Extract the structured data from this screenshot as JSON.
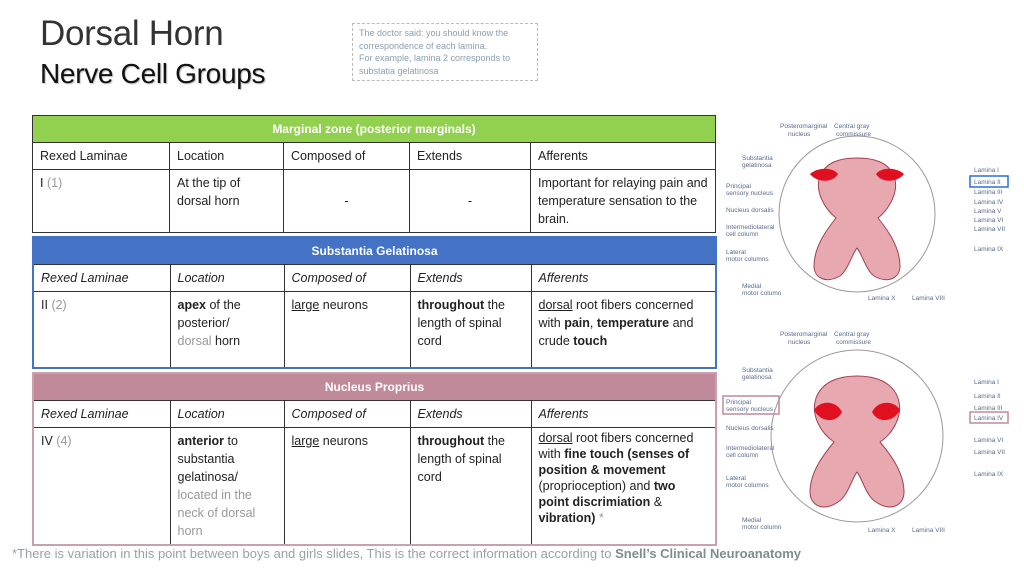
{
  "header": {
    "title": "Dorsal Horn",
    "subtitle": "Nerve Cell Groups",
    "note_lines": [
      "The doctor said: you should know the",
      "correspondence of each lamina.",
      "For example, lamina 2 corresponds to",
      "substatia gelatinosa"
    ]
  },
  "columns": [
    "Rexed Laminae",
    "Location",
    "Composed of",
    "Extends",
    "Afferents"
  ],
  "tables": [
    {
      "heading": "Marginal zone (posterior marginals)",
      "lamina": "I",
      "lamina_num": "(1)",
      "location_lines": [
        "At the tip of",
        "dorsal horn"
      ],
      "composed": "-",
      "extends": "-",
      "afferents": "Important for relaying pain and temperature sensation to the brain."
    },
    {
      "heading": "Substantia Gelatinosa",
      "lamina": "II",
      "lamina_num": "(2)",
      "location": {
        "bold": "apex",
        "rest1": " of the",
        "rest2": "posterior/",
        "grey": "dorsal",
        "rest3": " horn"
      },
      "composed": {
        "u": "large",
        "rest": " neurons"
      },
      "extends": {
        "bold": "throughout",
        "rest": " the length of spinal cord"
      },
      "afferents": {
        "u": "dorsal",
        "t1": " root fibers concerned with ",
        "b1": "pain",
        "t2": ", ",
        "b2": "temperature",
        "t3": " and crude ",
        "b3": "touch"
      }
    },
    {
      "heading": "Nucleus Proprius",
      "lamina": "IV",
      "lamina_num": "(4)",
      "location": {
        "bold": "anterior",
        "rest1": " to substantia gelatinosa/",
        "grey": "located in the neck of dorsal horn"
      },
      "composed": {
        "u": "large",
        "rest": " neurons"
      },
      "extends": {
        "bold": "throughout",
        "rest": " the length of spinal cord"
      },
      "afferents": {
        "u": "dorsal",
        "t1": " root fibers concerned with ",
        "b1": "fine touch (senses of position & movement",
        "t2": " (proprioception) and ",
        "b2": "two point discrimiation",
        "t3": " & ",
        "b3": "vibration)",
        "star": " *"
      }
    }
  ],
  "footer": {
    "text": "*There is variation  in this point between boys and girls slides, This is the correct  information according to ",
    "source": "Snell’s Clinical Neuroanatomy"
  },
  "diagram_labels": {
    "top_left": [
      "Posteromarginal",
      "nucleus"
    ],
    "top_center": [
      "Central gray",
      "commissure"
    ],
    "left": [
      [
        "Substantia",
        "gelatinosa"
      ],
      [
        "Principal",
        "sensory nucleus"
      ],
      [
        "Nucleus dorsalis"
      ],
      [
        "Intermediolateral",
        "cell column"
      ],
      [
        "Lateral",
        "motor columns"
      ],
      [
        "Medial",
        "motor column"
      ]
    ],
    "right": [
      "Lamina I",
      "Lamina II",
      "Lamina III",
      "Lamina IV",
      "Lamina V",
      "Lamina VI",
      "Lamina VII",
      "Lamina IX"
    ],
    "bottom": [
      "Lamina X",
      "Lamina VIII"
    ]
  }
}
